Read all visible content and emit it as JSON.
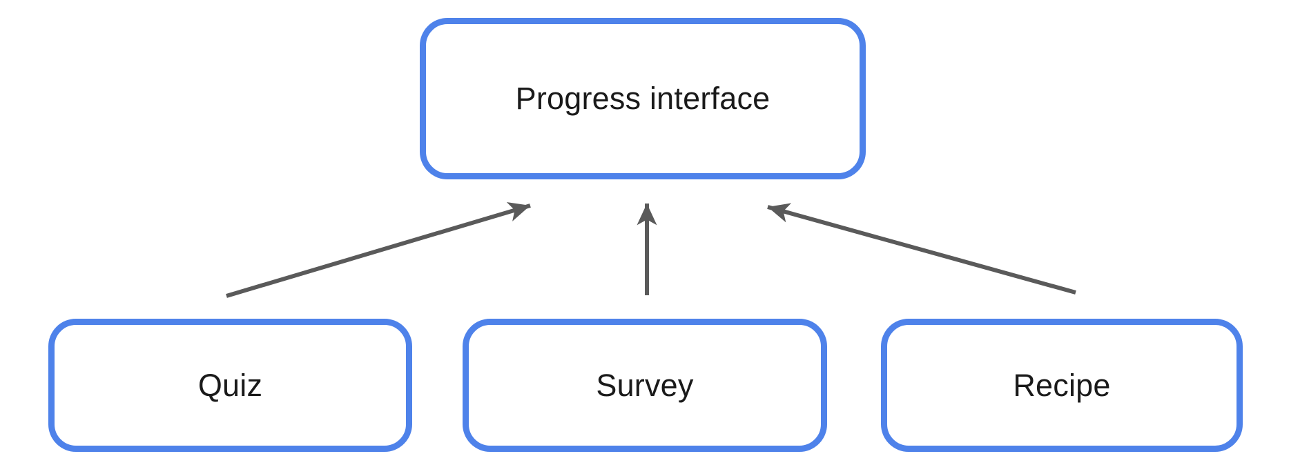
{
  "diagram": {
    "nodes": [
      {
        "id": "progress-interface",
        "label": "Progress interface"
      },
      {
        "id": "quiz",
        "label": "Quiz"
      },
      {
        "id": "survey",
        "label": "Survey"
      },
      {
        "id": "recipe",
        "label": "Recipe"
      }
    ],
    "edges": [
      {
        "from": "quiz",
        "to": "progress-interface",
        "direction": "up-right"
      },
      {
        "from": "survey",
        "to": "progress-interface",
        "direction": "up"
      },
      {
        "from": "recipe",
        "to": "progress-interface",
        "direction": "up-left"
      }
    ],
    "colors": {
      "node_border": "#4e82ea",
      "node_fill": "#ffffff",
      "arrow": "#5a5a5a",
      "text": "#1a1a1a",
      "background": "#ffffff"
    }
  }
}
